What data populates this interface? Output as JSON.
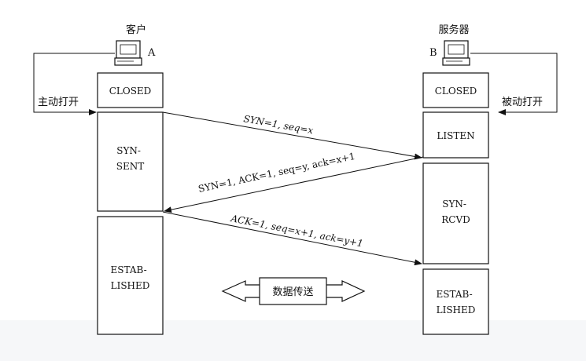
{
  "client": {
    "title": "客户",
    "letter": "A",
    "side_label": "主动打开"
  },
  "server": {
    "title": "服务器",
    "letter": "B",
    "side_label": "被动打开"
  },
  "client_states": [
    "CLOSED",
    [
      "SYN-",
      "SENT"
    ],
    [
      "ESTAB-",
      "LISHED"
    ]
  ],
  "server_states": [
    "CLOSED",
    "LISTEN",
    [
      "SYN-",
      "RCVD"
    ],
    [
      "ESTAB-",
      "LISHED"
    ]
  ],
  "messages": [
    "SYN=1, seq=x",
    "SYN=1, ACK=1, seq=y, ack=x+1",
    "ACK=1, seq=x+1, ack=y+1"
  ],
  "data_transfer_label": "数据传送"
}
